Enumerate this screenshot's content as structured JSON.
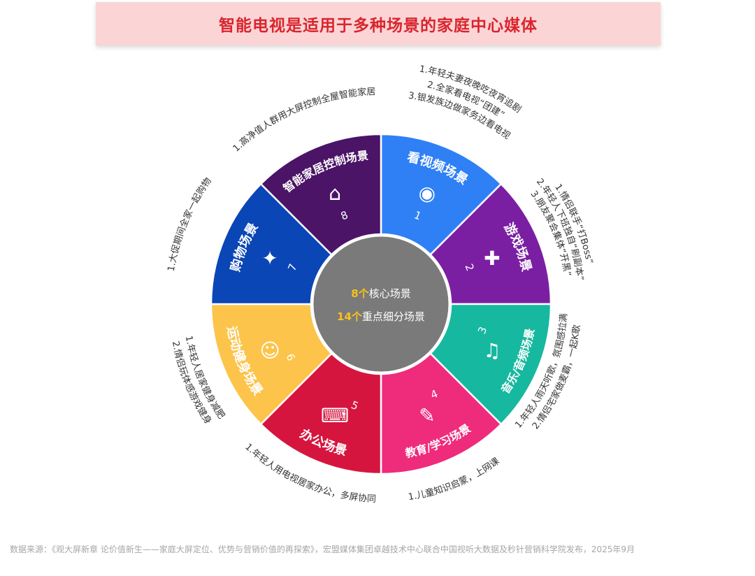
{
  "title": "智能电视是适用于多种场景的家庭中心媒体",
  "center": {
    "line1_count": "8个",
    "line1_text": "核心场景",
    "line2_count": "14个",
    "line2_text": "重点细分场景"
  },
  "segments": [
    {
      "number": "1",
      "name": "看视频场景",
      "icon": "video-broadcast-icon",
      "color": "#2f80f5",
      "items": [
        "1.年轻夫妻夜晚吃夜宵追剧",
        "2.全家看电视“团建”",
        "3.银发族边做家务边看电视"
      ]
    },
    {
      "number": "2",
      "name": "游戏场景",
      "icon": "gamepad-icon",
      "color": "#7a1fa2",
      "items": [
        "1.情侣联手“打Boss”",
        "2.年轻人下班独自“刷副本”",
        "3.朋友聚会集体“开黑”"
      ]
    },
    {
      "number": "3",
      "name": "音乐/音频场景",
      "icon": "music-cloud-icon",
      "color": "#16b8a0",
      "items": [
        "1.年轻人雨天听歌，氛围感拉满",
        "2.情侣宅家做麦霸，一起K歌"
      ]
    },
    {
      "number": "4",
      "name": "教育/学习场景",
      "icon": "education-icon",
      "color": "#ef2b7c",
      "items": [
        "1.儿童知识启蒙，上网课"
      ]
    },
    {
      "number": "5",
      "name": "办公场景",
      "icon": "office-desk-icon",
      "color": "#d6153f",
      "items": [
        "1.年轻人用电视居家办公，多屏协同"
      ]
    },
    {
      "number": "6",
      "name": "运动健身场景",
      "icon": "fitness-icon",
      "color": "#fcc44a",
      "items": [
        "1.年轻人居家健身减肥",
        "2.情侣玩体感游戏健身"
      ]
    },
    {
      "number": "7",
      "name": "购物场景",
      "icon": "shopping-icon",
      "color": "#0a46b5",
      "items": [
        "1.大促期间全家一起购物"
      ]
    },
    {
      "number": "8",
      "name": "智能家居控制场景",
      "icon": "smart-home-icon",
      "color": "#4b1466",
      "items": [
        "1.高净值人群用大屏控制全屋智能家居"
      ]
    }
  ],
  "footnote": "数据来源：《观大屏新章 论价值新生——家庭大屏定位、优势与营销价值的再探索》，宏盟媒体集团卓越技术中心联合中国视听大数据及秒针营销科学院发布，2025年9月"
}
